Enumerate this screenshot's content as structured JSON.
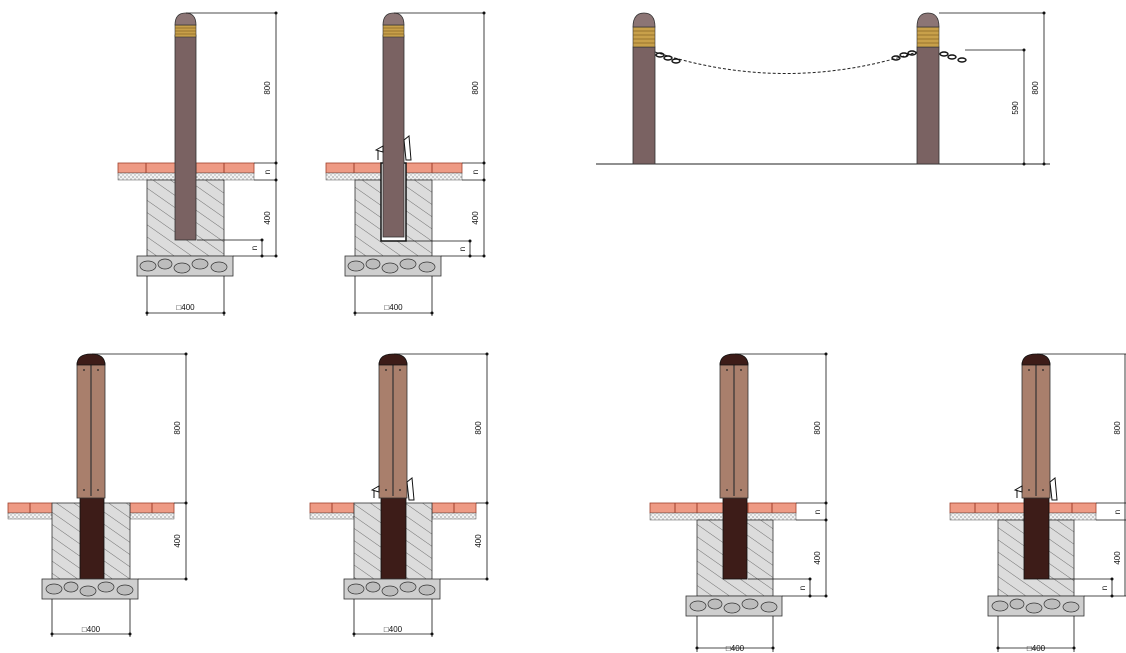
{
  "colors": {
    "post_dark": "#7a6262",
    "post_wood": "#a97f6c",
    "post_inner": "#3d1c18",
    "cap": "#8c7575",
    "band": "#c8a04a",
    "brick": "#ee9a84",
    "brick_line": "#a0402c",
    "concrete": "#dcdcdc",
    "stone_fill": "#b8b8b8",
    "chain": "#222222"
  },
  "figures": [
    {
      "name": "fixed-round-bollard",
      "dims": {
        "height": "800",
        "gap": "n",
        "depth": "400",
        "gap2": "n",
        "width": "□400"
      }
    },
    {
      "name": "removable-round-bollard",
      "dims": {
        "height": "800",
        "gap": "n",
        "depth": "400",
        "gap2": "n",
        "width": "□400"
      }
    },
    {
      "name": "chain-bollard-elevation",
      "dims": {
        "chain_height": "590",
        "height": "800"
      }
    },
    {
      "name": "fixed-wood-bollard",
      "dims": {
        "height": "800",
        "depth": "400",
        "width": "□400"
      }
    },
    {
      "name": "removable-wood-bollard",
      "dims": {
        "height": "800",
        "depth": "400",
        "width": "□400"
      }
    },
    {
      "name": "fixed-wood-bollard-deep",
      "dims": {
        "height": "800",
        "gap": "n",
        "depth": "400",
        "gap2": "n",
        "width": "□400"
      }
    },
    {
      "name": "removable-wood-bollard-deep",
      "dims": {
        "height": "800",
        "gap": "n",
        "depth": "400",
        "gap2": "n",
        "width": "□400"
      }
    }
  ]
}
